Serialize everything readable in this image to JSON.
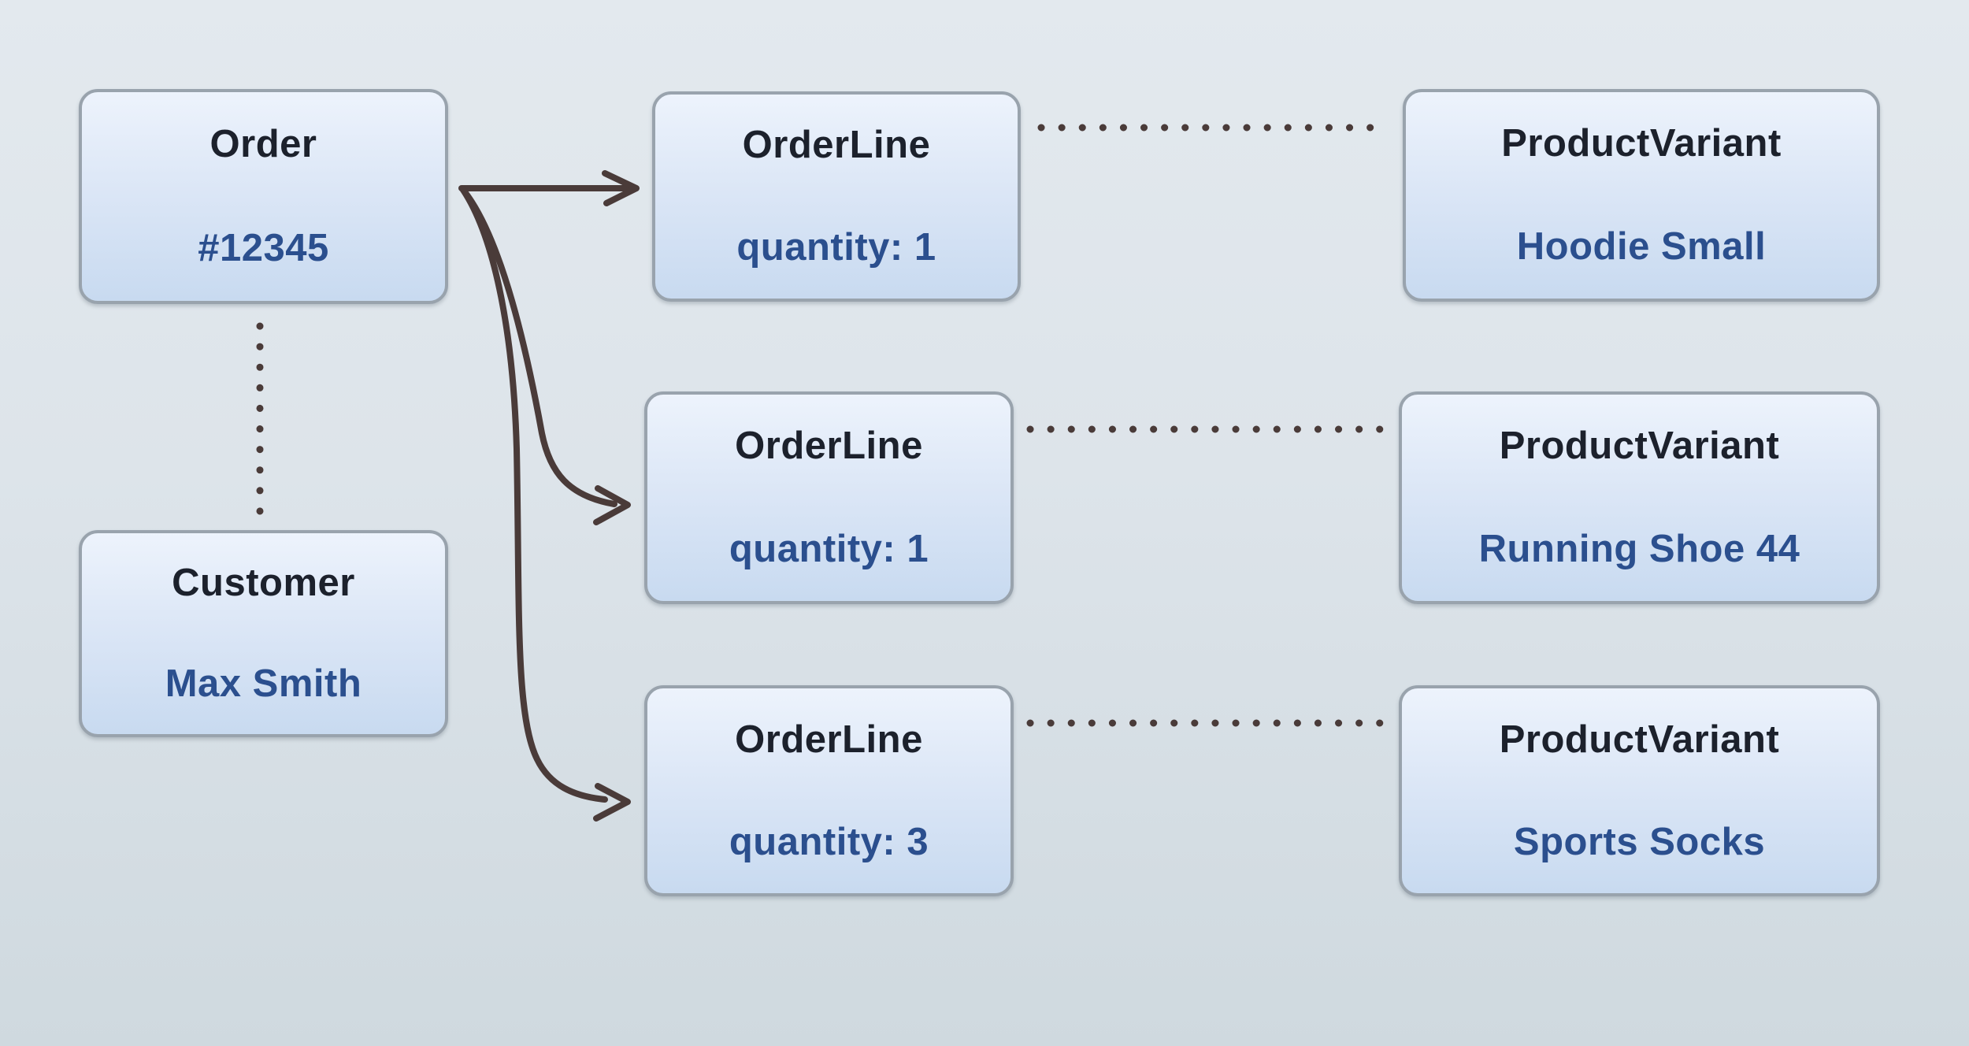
{
  "diagram": {
    "nodes": {
      "order": {
        "title": "Order",
        "value": "#12345"
      },
      "customer": {
        "title": "Customer",
        "value": "Max Smith"
      },
      "order_lines": [
        {
          "title": "OrderLine",
          "value": "quantity: 1"
        },
        {
          "title": "OrderLine",
          "value": "quantity: 1"
        },
        {
          "title": "OrderLine",
          "value": "quantity: 3"
        }
      ],
      "product_variants": [
        {
          "title": "ProductVariant",
          "value": "Hoodie Small"
        },
        {
          "title": "ProductVariant",
          "value": "Running Shoe 44"
        },
        {
          "title": "ProductVariant",
          "value": "Sports Socks"
        }
      ]
    },
    "colors": {
      "bg_top": "#e3e9ee",
      "bg_bottom": "#cfd9df",
      "box_top": "#edf3fc",
      "box_mid": "#dbe6f6",
      "box_bottom": "#c8daf0",
      "box_border": "#99a3ad",
      "title_text": "#1c212c",
      "value_text": "#2b4f8e",
      "connector": "#4a3b39"
    }
  }
}
